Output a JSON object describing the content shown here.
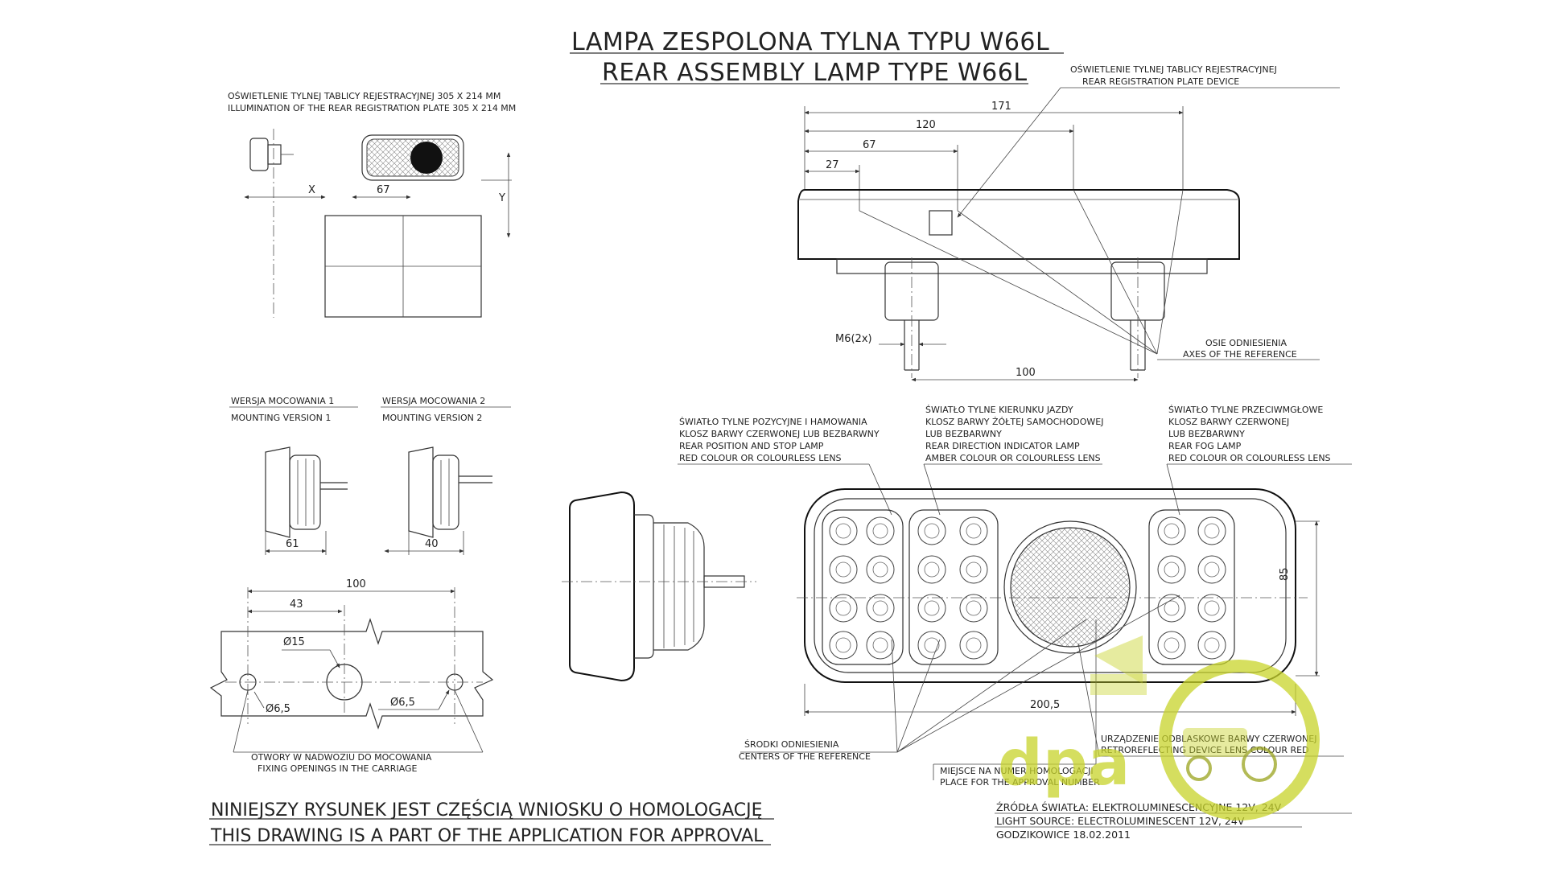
{
  "title": {
    "line1": "LAMPA ZESPOLONA TYLNA  TYPU W66L",
    "line2": "REAR ASSEMBLY LAMP TYPE W66L"
  },
  "plate_illumination": {
    "line1": "OŚWIETLENIE TYLNEJ TABLICY REJESTRACYJNEJ 305 X 214 MM",
    "line2": "ILLUMINATION OF THE REAR REGISTRATION PLATE 305 X 214 MM",
    "dim_x": "X",
    "dim_y": "Y",
    "dim_67": "67"
  },
  "registration_device": {
    "line1": "OŚWIETLENIE TYLNEJ TABLICY REJESTRACYJNEJ",
    "line2": "REAR REGISTRATION PLATE DEVICE"
  },
  "top_view_dims": {
    "d171": "171",
    "d120": "120",
    "d67": "67",
    "d27": "27",
    "m6": "M6(2x)",
    "d100": "100"
  },
  "axes_reference": {
    "line1": "OSIE ODNIESIENIA",
    "line2": "AXES OF THE REFERENCE"
  },
  "mounting": {
    "v1_pl": "WERSJA MOCOWANIA 1",
    "v1_en": "MOUNTING VERSION 1",
    "v2_pl": "WERSJA MOCOWANIA 2",
    "v2_en": "MOUNTING VERSION 2",
    "d61": "61",
    "d40": "40"
  },
  "fixing": {
    "d100": "100",
    "d43": "43",
    "d15": "Ø15",
    "d6_5a": "Ø6,5",
    "d6_5b": "Ø6,5",
    "label_pl": "OTWORY W NADWOZIU DO MOCOWANIA",
    "label_en": "FIXING OPENINGS IN THE CARRIAGE"
  },
  "callouts": {
    "position_stop": [
      "ŚWIATŁO TYLNE POZYCYJNE I HAMOWANIA",
      "KLOSZ BARWY CZERWONEJ LUB BEZBARWNY",
      "REAR POSITION AND STOP LAMP",
      "RED COLOUR  OR COLOURLESS LENS"
    ],
    "direction": [
      "ŚWIATŁO TYLNE KIERUNKU JAZDY",
      "KLOSZ BARWY ŻÓŁTEJ SAMOCHODOWEJ",
      "LUB BEZBARWNY",
      "REAR DIRECTION INDICATOR LAMP",
      "AMBER COLOUR  OR COLOURLESS LENS"
    ],
    "fog": [
      "ŚWIATŁO TYLNE PRZECIWMGŁOWE",
      "KLOSZ BARWY CZERWONEJ",
      "LUB BEZBARWNY",
      "REAR FOG LAMP",
      "RED COLOUR OR COLOURLESS LENS"
    ]
  },
  "front_view_dims": {
    "d85": "85",
    "d200_5": "200,5"
  },
  "centers_reference": {
    "line1": "ŚRODKI ODNIESIENIA",
    "line2": "CENTERS OF THE REFERENCE"
  },
  "homologation": {
    "line1": "MIEJSCE NA NUMER HOMOLOGACJI",
    "line2": "PLACE FOR THE APPROVAL NUMBER"
  },
  "retroreflector": {
    "line1": "URZĄDZENIE ODBLASKOWE BARWY CZERWONEJ",
    "line2": "RETROREFLECTING DEVICE LENS COLOUR RED"
  },
  "footer": {
    "line1": "NINIEJSZY RYSUNEK JEST CZĘŚCIĄ WNIOSKU O  HOMOLOGACJĘ",
    "line2": "THIS DRAWING IS A PART OF THE APPLICATION FOR  APPROVAL"
  },
  "source": {
    "line1": "ŹRÓDŁA ŚWIATŁA: ELEKTROLUMINESCENCYJNE  12V, 24V",
    "line2": "LIGHT SOURCE: ELECTROLUMINESCENT  12V, 24V",
    "line3": "GODZIKOWICE 18.02.2011"
  },
  "watermark": {
    "text": "dpa",
    "color": "#c8d42a"
  }
}
